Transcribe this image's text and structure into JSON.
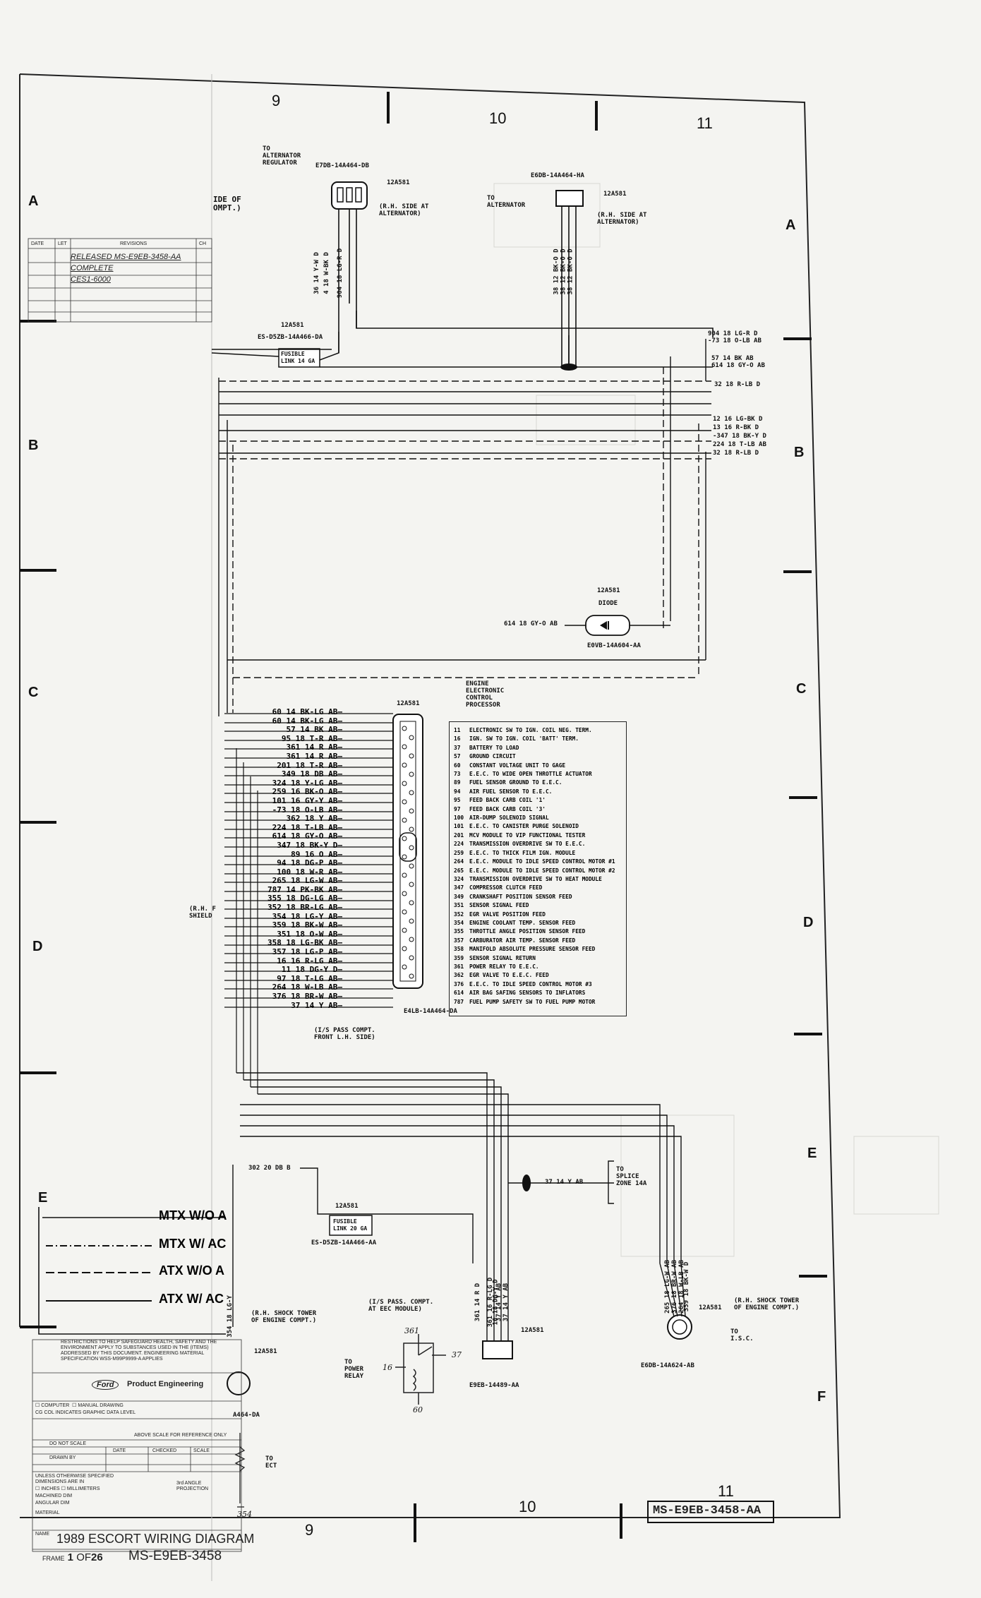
{
  "sheet": {
    "zone_numbers": {
      "n9": "9",
      "n10": "10",
      "n11": "11"
    },
    "zone_letters": {
      "A": "A",
      "B": "B",
      "C": "C",
      "D": "D",
      "E": "E",
      "F": "F"
    }
  },
  "alternator_regulator": {
    "to": "TO",
    "name": "ALTERNATOR",
    "name2": "REGULATOR",
    "part": "E7DB-14A464-DB",
    "harness": "12A581",
    "location": "(R.H. SIDE AT",
    "location2": "ALTERNATOR)",
    "pin_labels": [
      "36 14 Y-W D",
      "4 18 W-BK D",
      "904 18 LG-R D"
    ]
  },
  "alternator": {
    "part": "E6DB-14A464-HA",
    "to": "TO",
    "name": "ALTERNATOR",
    "harness": "12A581",
    "location": "(R.H. SIDE AT",
    "location2": "ALTERNATOR)",
    "pin_labels": [
      "38 12 BK-O D",
      "38 12 BK-O D",
      "38 12 BK-O D"
    ]
  },
  "cropped_left": {
    "text1": "IDE OF",
    "text2": "OMPT.)"
  },
  "fusible_link_top": {
    "harness": "12A581",
    "part": "ES-D5ZB-14A466-DA",
    "label": "FUSIBLE",
    "label2": "LINK 14 GA"
  },
  "right_wires_top": [
    "904 18 LG-R D",
    "-73 18 O-LB AB",
    "57 14 BK AB",
    "614 18 GY-O AB",
    "32 18 R-LB D"
  ],
  "right_wires_b": [
    "12 16 LG-BK D",
    "13 16 R-BK D",
    "-347 18 BK-Y D",
    "224 18 T-LB AB",
    "32 18 R-LB D"
  ],
  "diode": {
    "harness": "12A581",
    "name": "DIODE",
    "wire": "614 18 GY-O AB",
    "part": "E0VB-14A604-AA"
  },
  "eec": {
    "title": "ENGINE",
    "title2": "ELECTRONIC",
    "title3": "CONTROL",
    "title4": "PROCESSOR",
    "harness": "12A581",
    "part": "E4LB-14A464-DA",
    "location": "(I/S PASS COMPT.",
    "location2": "FRONT L.H. SIDE)",
    "shield": "(R.H. F",
    "shield2": "SHIELD"
  },
  "eec_wires": [
    "60 14 BK-LG AB",
    "60 14 BK-LG AB",
    "57 14 BK AB",
    "95 18 T-R AB",
    "361 14 R AB",
    "361 14 R AB",
    "201 18 T-R AB",
    "349 18 DB AB",
    "324 18 Y-LG AB",
    "259 16 BK-O AB",
    "101 16 GY-Y AB",
    "-73 18 O-LB AB",
    "362 18 Y AB",
    "224 18 T-LB AB",
    "614 18 GY-O AB",
    "347 18 BK-Y D",
    "89 16 O AB",
    "94 18 DG-P AB",
    "100 18 W-R AB",
    "265 18 LG-W AB",
    "787 14 PK-BK AB",
    "355 18 DG-LG AB",
    "352 18 BR-LG AB",
    "354 18 LG-Y AB",
    "359 18 BK-W AB",
    "351 18 O-W AB",
    "358 18 LG-BK AB",
    "357 18 LG-P AB",
    "16 16 R-LG AB",
    "11 18 DG-Y D",
    "97 18 T-LG AB",
    "264 18 W-LB AB",
    "376 18 BR-W AB",
    "37 14 Y AB"
  ],
  "legend": [
    [
      "11",
      "ELECTRONIC SW TO IGN. COIL NEG. TERM."
    ],
    [
      "16",
      "IGN. SW TO IGN. COIL 'BATT' TERM."
    ],
    [
      "37",
      "BATTERY TO LOAD"
    ],
    [
      "57",
      "GROUND CIRCUIT"
    ],
    [
      "60",
      "CONSTANT VOLTAGE UNIT TO GAGE"
    ],
    [
      "73",
      "E.E.C. TO WIDE OPEN THROTTLE ACTUATOR"
    ],
    [
      "89",
      "FUEL SENSOR GROUND TO E.E.C."
    ],
    [
      "94",
      "AIR FUEL SENSOR TO E.E.C."
    ],
    [
      "95",
      "FEED BACK CARB COIL '1'"
    ],
    [
      "97",
      "FEED BACK CARB COIL '3'"
    ],
    [
      "100",
      "AIR-DUMP SOLENOID SIGNAL"
    ],
    [
      "101",
      "E.E.C. TO CANISTER PURGE SOLENOID"
    ],
    [
      "201",
      "MCV MODULE TO VIP FUNCTIONAL TESTER"
    ],
    [
      "224",
      "TRANSMISSION OVERDRIVE SW TO E.E.C."
    ],
    [
      "259",
      "E.E.C. TO THICK FILM IGN. MODULE"
    ],
    [
      "264",
      "E.E.C. MODULE TO IDLE SPEED CONTROL MOTOR #1"
    ],
    [
      "265",
      "E.E.C. MODULE TO IDLE SPEED CONTROL MOTOR #2"
    ],
    [
      "324",
      "TRANSMISSION OVERDRIVE SW TO HEAT MODULE"
    ],
    [
      "347",
      "COMPRESSOR CLUTCH FEED"
    ],
    [
      "349",
      "CRANKSHAFT POSITION SENSOR FEED"
    ],
    [
      "351",
      "SENSOR SIGNAL FEED"
    ],
    [
      "352",
      "EGR VALVE POSITION FEED"
    ],
    [
      "354",
      "ENGINE COOLANT TEMP. SENSOR FEED"
    ],
    [
      "355",
      "THROTTLE ANGLE POSITION SENSOR FEED"
    ],
    [
      "357",
      "CARBURATOR AIR TEMP. SENSOR FEED"
    ],
    [
      "358",
      "MANIFOLD ABSOLUTE PRESSURE SENSOR FEED"
    ],
    [
      "359",
      "SENSOR SIGNAL RETURN"
    ],
    [
      "361",
      "POWER RELAY TO E.E.C."
    ],
    [
      "362",
      "EGR VALVE TO E.E.C. FEED"
    ],
    [
      "376",
      "E.E.C. TO IDLE SPEED CONTROL MOTOR #3"
    ],
    [
      "614",
      "AIR BAG SAFING SENSORS TO INFLATORS"
    ],
    [
      "787",
      "FUEL PUMP SAFETY SW TO FUEL PUMP MOTOR"
    ]
  ],
  "lower": {
    "wire302": "302 20 DB B",
    "fusible_harness": "12A581",
    "fusible_label": "FUSIBLE",
    "fusible_label2": "LINK 20 GA",
    "fusible_part": "ES-D5ZB-14A466-AA",
    "wire37": "37 14 Y AB",
    "splice_to": "TO",
    "splice": "SPLICE",
    "splice_zone": "ZONE 14A",
    "relay_loc": "(I/S PASS. COMPT.",
    "relay_loc2": "AT EEC MODULE)",
    "relay_wires": [
      "361 14 R D",
      "361 16 R-LG D",
      "16 18 DG-Y D",
      "37 14 Y AB",
      "37 14 Y AB"
    ],
    "relay_harness": "12A581",
    "relay_part": "E9EB-14489-AA",
    "to_power": "TO",
    "power": "POWER",
    "relay": "RELAY",
    "hand_361": "361",
    "hand_16": "16",
    "hand_37": "37",
    "hand_60": "60",
    "isc_wires": [
      "265 18 LG-W AB",
      "376 18 BR-W AB",
      "264 18 W-LB AB",
      "359 18 BK-W D"
    ],
    "isc_harness": "12A581",
    "isc_loc": "(R.H. SHOCK TOWER",
    "isc_loc2": "OF ENGINE COMPT.)",
    "isc_to": "TO",
    "isc_name": "I.S.C.",
    "isc_part": "E6DB-14A624-AB",
    "left_loc": "(R.H. SHOCK TOWER",
    "left_loc2": "OF ENGINE COMPT.)",
    "left_harness": "12A581",
    "left_part": "A464-DA",
    "left_wire": "354 18 LG-Y",
    "to_ect": "TO",
    "ect": "ECT",
    "hand_354": "354"
  },
  "line_legend": [
    "MTX W/O A",
    "MTX W/ AC",
    "ATX W/O A",
    "ATX W/ AC"
  ],
  "revisions": {
    "headers": [
      "DATE",
      "LET",
      "REVISIONS",
      "CH"
    ],
    "entry1": "RELEASED MS-E9EB-3458-AA",
    "entry2": "COMPLETE",
    "entry3": "CES1-6000"
  },
  "title_block": {
    "restrictions": "RESTRICTIONS TO HELP SAFEGUARD HEALTH, SAFETY AND THE ENVIRONMENT APPLY TO SUBSTANCES USED IN THE (ITEMS) ADDRESSED BY THIS DOCUMENT. ENGINEERING MATERIAL SPECIFICATION WSS-M99P9999-A APPLIES",
    "brand": "Ford",
    "dept": "Product Engineering",
    "computer": "COMPUTER",
    "manual": "MANUAL DRAWING",
    "cg": "CG COL INDICATES GRAPHIC DATA LEVEL",
    "do_not_scale": "DO NOT SCALE",
    "above_scale": "ABOVE SCALE FOR REFERENCE ONLY",
    "drawn_by": "DRAWN BY",
    "date": "DATE",
    "checked": "CHECKED",
    "scale": "SCALE",
    "unless": "UNLESS OTHERWISE SPECIFIED DIMENSIONS ARE IN",
    "inches": "INCHES",
    "mm": "MILLIMETERS",
    "machined": "MACHINED DIM",
    "angular": "ANGULAR DIM",
    "material": "MATERIAL",
    "third_angle": "3rd ANGLE PROJECTION",
    "name_label": "NAME",
    "title": "1989 ESCORT WIRING DIAGRAM",
    "frame_label": "FRAME",
    "frame_num": "1",
    "frame_of": "OF",
    "frame_total": "26",
    "doc_number": "MS-E9EB-3458"
  },
  "doc_number_box": "MS-E9EB-3458-AA"
}
